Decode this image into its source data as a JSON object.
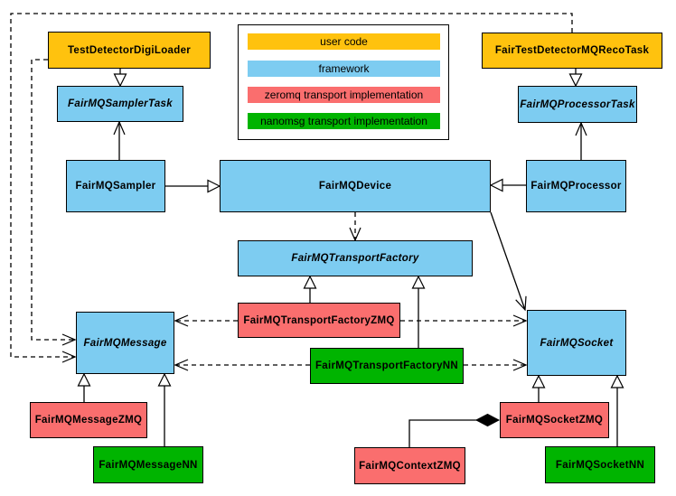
{
  "diagram": {
    "legend": {
      "items": [
        {
          "label": "user code",
          "color": "#ffc20e"
        },
        {
          "label": "framework",
          "color": "#7dccf1"
        },
        {
          "label": "zeromq transport implementation",
          "color": "#fa6e6e"
        },
        {
          "label": "nanomsg transport implementation",
          "color": "#00b400"
        }
      ]
    },
    "nodes": {
      "testDetectorDigiLoader": {
        "label": "TestDetectorDigiLoader",
        "category": "user code"
      },
      "fairTestDetectorMQRecoTask": {
        "label": "FairTestDetectorMQRecoTask",
        "category": "user code"
      },
      "fairMQSamplerTask": {
        "label": "FairMQSamplerTask",
        "category": "framework",
        "abstract": true
      },
      "fairMQProcessorTask": {
        "label": "FairMQProcessorTask",
        "category": "framework",
        "abstract": true
      },
      "fairMQSampler": {
        "label": "FairMQSampler",
        "category": "framework"
      },
      "fairMQDevice": {
        "label": "FairMQDevice",
        "category": "framework"
      },
      "fairMQProcessor": {
        "label": "FairMQProcessor",
        "category": "framework"
      },
      "fairMQTransportFactory": {
        "label": "FairMQTransportFactory",
        "category": "framework",
        "abstract": true
      },
      "fairMQTransportFactoryZMQ": {
        "label": "FairMQTransportFactoryZMQ",
        "category": "zeromq transport implementation"
      },
      "fairMQTransportFactoryNN": {
        "label": "FairMQTransportFactoryNN",
        "category": "nanomsg transport implementation"
      },
      "fairMQMessage": {
        "label": "FairMQMessage",
        "category": "framework",
        "abstract": true
      },
      "fairMQSocket": {
        "label": "FairMQSocket",
        "category": "framework",
        "abstract": true
      },
      "fairMQMessageZMQ": {
        "label": "FairMQMessageZMQ",
        "category": "zeromq transport implementation"
      },
      "fairMQMessageNN": {
        "label": "FairMQMessageNN",
        "category": "nanomsg transport implementation"
      },
      "fairMQContextZMQ": {
        "label": "FairMQContextZMQ",
        "category": "zeromq transport implementation"
      },
      "fairMQSocketZMQ": {
        "label": "FairMQSocketZMQ",
        "category": "zeromq transport implementation"
      },
      "fairMQSocketNN": {
        "label": "FairMQSocketNN",
        "category": "nanomsg transport implementation"
      }
    }
  }
}
